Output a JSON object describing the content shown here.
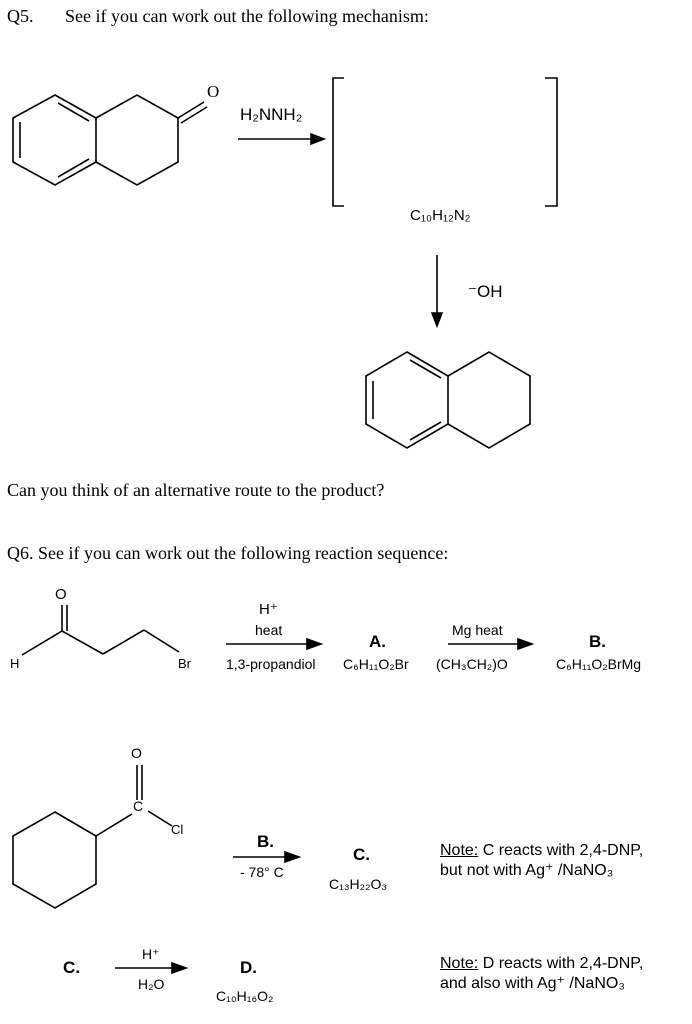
{
  "q5": {
    "number": "Q5.",
    "prompt": "See if you can work out the following mechanism:",
    "reagent": "H₂NNH₂",
    "intermediate_formula": "C₁₀H₁₂N₂",
    "base": "⁻OH",
    "ketone_o": "O",
    "followup": "Can you think of an alternative route to the product?"
  },
  "q6": {
    "prompt": "Q6. See if you can work out the following reaction sequence:",
    "aldehyde": {
      "o": "O",
      "h": "H",
      "br": "Br"
    },
    "step1": {
      "reagent_top": "H⁺",
      "reagent_mid": "heat",
      "reagent_bottom": "1,3-propandiol",
      "product_label": "A.",
      "product_formula": "C₆H₁₁O₂Br"
    },
    "step2": {
      "reagent_top": "Mg heat",
      "reagent_bottom": "(CH₃CH₂)O",
      "product_label": "B.",
      "product_formula": "C₆H₁₁O₂BrMg"
    },
    "acyl": {
      "o": "O",
      "c": "C",
      "cl": "Cl"
    },
    "step3": {
      "reagent_top": "B.",
      "reagent_bottom": "- 78° C",
      "product_label": "C.",
      "product_formula": "C₁₃H₂₂O₃"
    },
    "note1": {
      "prefix": "Note:",
      "line1": " C reacts with 2,4-DNP,",
      "line2": "but not with Ag⁺ /NaNO₃"
    },
    "step4": {
      "start_label": "C.",
      "reagent_top": "H⁺",
      "reagent_bottom": "H₂O",
      "product_label": "D.",
      "product_formula": "C₁₀H₁₆O₂"
    },
    "note2": {
      "prefix": "Note:",
      "line1": " D reacts with 2,4-DNP,",
      "line2": "and also with Ag⁺ /NaNO₃"
    }
  }
}
